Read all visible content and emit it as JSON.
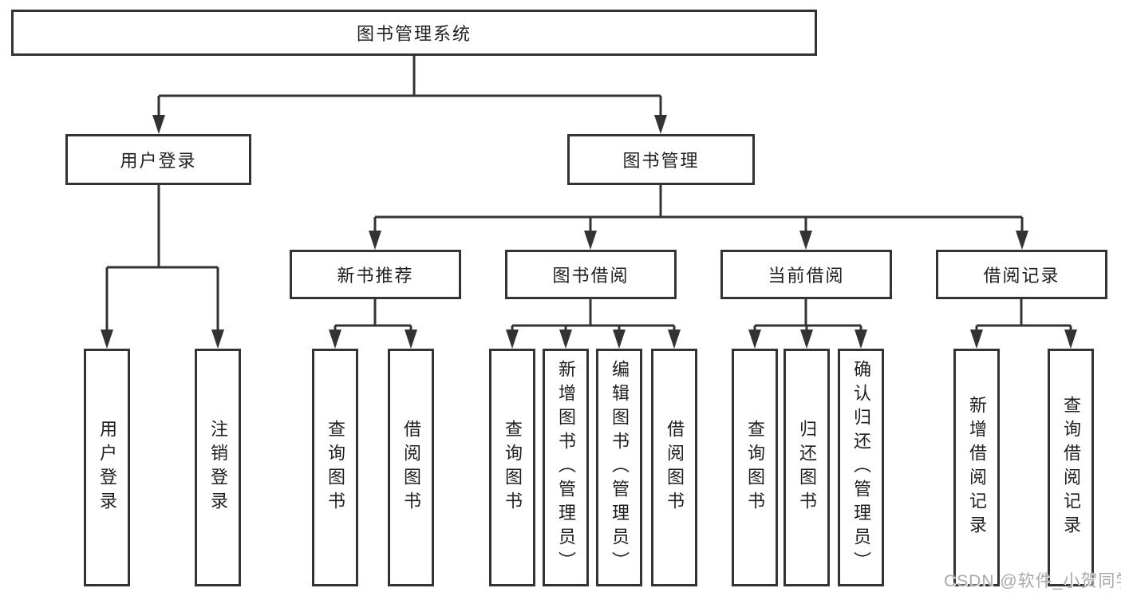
{
  "nodes": {
    "root": "图书管理系统",
    "user_login": "用户登录",
    "book_management": "图书管理",
    "new_book_recommend": "新书推荐",
    "book_borrowing": "图书借阅",
    "current_borrowing": "当前借阅",
    "borrow_records": "借阅记录",
    "leaves": {
      "user_login": [
        "用户登录",
        "注销登录"
      ],
      "new_book_recommend": [
        "查询图书",
        "借阅图书"
      ],
      "book_borrowing": [
        "查询图书",
        "新增图书（管理员）",
        "编辑图书（管理员）",
        "借阅图书"
      ],
      "current_borrowing": [
        "查询图书",
        "归还图书",
        "确认归还（管理员）"
      ],
      "borrow_records": [
        "新增借阅记录",
        "查询借阅记录"
      ]
    }
  },
  "watermark": {
    "text": "CSDN @软件_小贺同学"
  },
  "colors": {
    "line": "#333333",
    "text": "#1f1f1f",
    "background": "#ffffff",
    "watermark": "#a9a9a9"
  }
}
